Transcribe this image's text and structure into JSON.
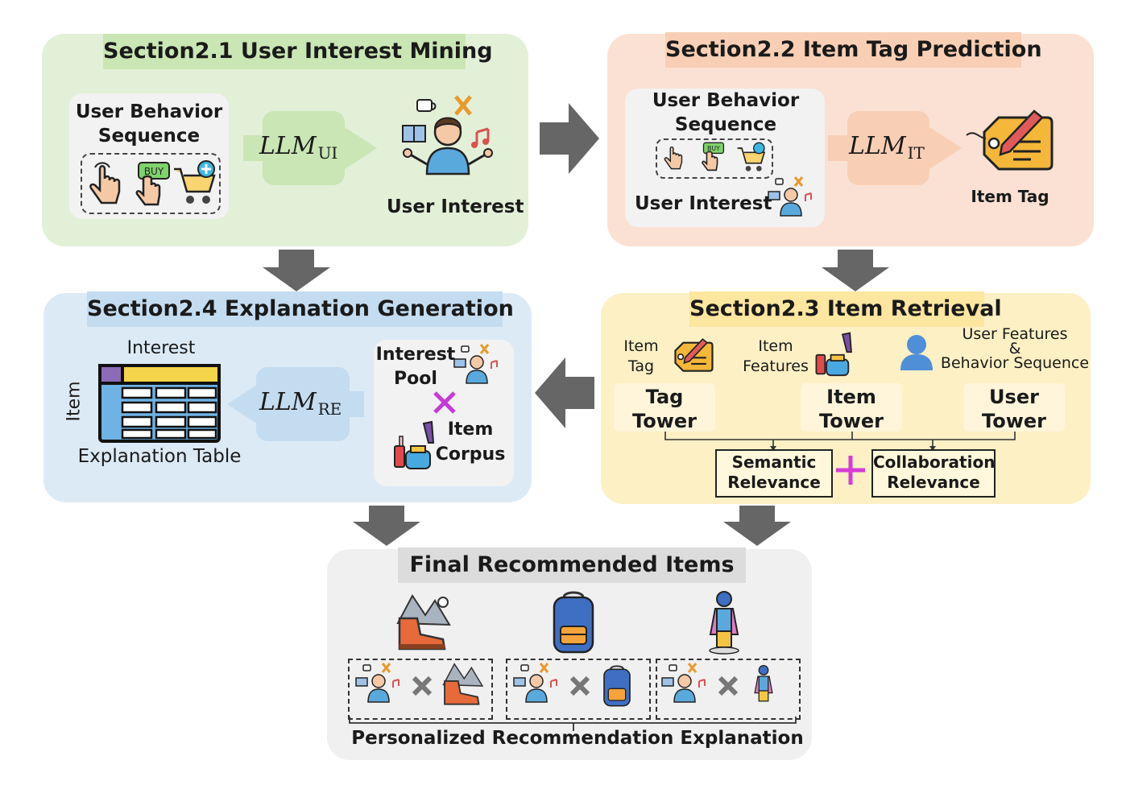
{
  "sections": {
    "s21": {
      "title": "Section2.1 User Interest Mining",
      "behavior_label": "User Behavior\nSequence",
      "llm": "LLM",
      "llm_sub": "UI",
      "output_label": "User Interest",
      "buy_text": "BUY"
    },
    "s22": {
      "title": "Section2.2 Item Tag Prediction",
      "behavior_label": "User Behavior\nSequence",
      "interest_label": "User Interest",
      "llm": "LLM",
      "llm_sub": "IT",
      "output_label": "Item Tag",
      "buy_text": "BUY"
    },
    "s23": {
      "title": "Section2.3 Item Retrieval",
      "inputs": {
        "item_tag": "Item\nTag",
        "item_features": "Item\nFeatures",
        "user_features": "User Features\n&\nBehavior Sequence"
      },
      "towers": {
        "tag": "Tag\nTower",
        "item": "Item\nTower",
        "user": "User\nTower"
      },
      "semantic": "Semantic\nRelevance",
      "collab": "Collaboration\nRelevance"
    },
    "s24": {
      "title": "Section2.4 Explanation Generation",
      "table_top": "Interest",
      "table_side": "Item",
      "table_label": "Explanation Table",
      "llm": "LLM",
      "llm_sub": "RE",
      "pool_label": "Interest\nPool",
      "corpus_label": "Item\nCorpus"
    },
    "final": {
      "title": "Final Recommended Items",
      "caption": "Personalized Recommendation Explanation"
    }
  },
  "colors": {
    "green_panel": "#e3f0d8",
    "green_hdr": "#c9e6b4",
    "orange_panel": "#fbe1d3",
    "orange_hdr": "#f8cfb5",
    "blue_panel": "#dceaf6",
    "blue_hdr": "#c4dcf0",
    "yellow_panel": "#fdf0c4",
    "yellow_hdr": "#fde6a0",
    "gray_panel": "#f0f0f0",
    "gray_hdr": "#dcdcdc",
    "arrow": "#666666",
    "plus": "#d63bd6"
  }
}
